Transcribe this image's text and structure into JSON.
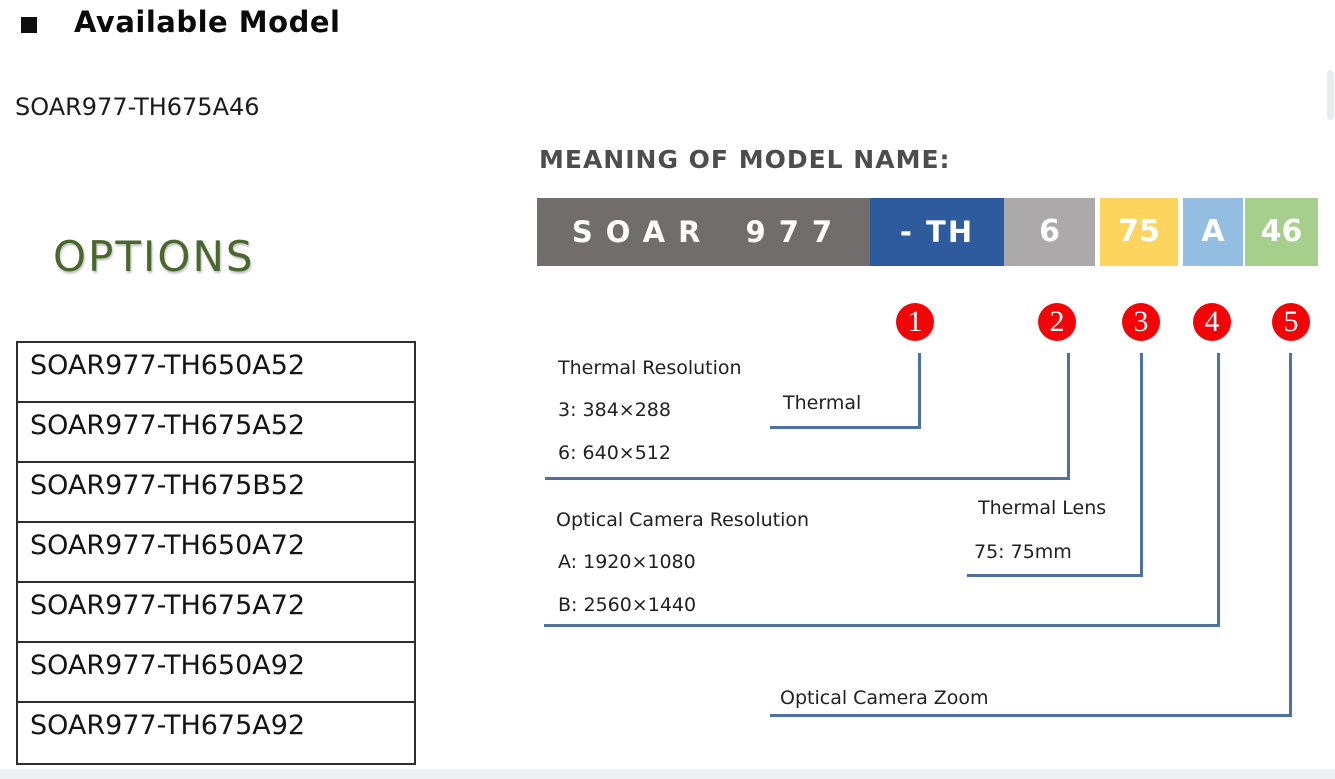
{
  "header": {
    "title": "Available Model"
  },
  "selected_model": "SOAR977-TH675A46",
  "options": {
    "heading": "OPTIONS",
    "models": [
      "SOAR977-TH650A52",
      "SOAR977-TH675A52",
      "SOAR977-TH675B52",
      "SOAR977-TH650A72",
      "SOAR977-TH675A72",
      "SOAR977-TH650A92",
      "SOAR977-TH675A92"
    ]
  },
  "meaning": {
    "heading": "MEANING OF MODEL NAME:",
    "segments": [
      {
        "label": "SOAR 977",
        "bg": "#716D6C"
      },
      {
        "label": "- TH",
        "bg": "#2E5A9E"
      },
      {
        "label": "6",
        "bg": "#ABA9A9"
      },
      {
        "label": "75",
        "bg": "#FCD45E"
      },
      {
        "label": "A",
        "bg": "#93BEE2"
      },
      {
        "label": "46",
        "bg": "#A5CF8A"
      }
    ],
    "callout_numbers": [
      "1",
      "2",
      "3",
      "4",
      "5"
    ],
    "annotations": {
      "thermal": "Thermal",
      "thermal_resolution_heading": "Thermal Resolution",
      "thermal_resolution_options": [
        "3: 384×288",
        "6: 640×512"
      ],
      "optical_resolution_heading": "Optical Camera Resolution",
      "optical_resolution_options": [
        "A: 1920×1080",
        "B: 2560×1440"
      ],
      "thermal_lens_heading": "Thermal Lens",
      "thermal_lens_option": "75: 75mm",
      "optical_zoom": "Optical Camera Zoom"
    }
  },
  "colors": {
    "leader_line_blue": "#4E71A3",
    "callout_red": "#F20506",
    "options_green": "#4A682E"
  }
}
